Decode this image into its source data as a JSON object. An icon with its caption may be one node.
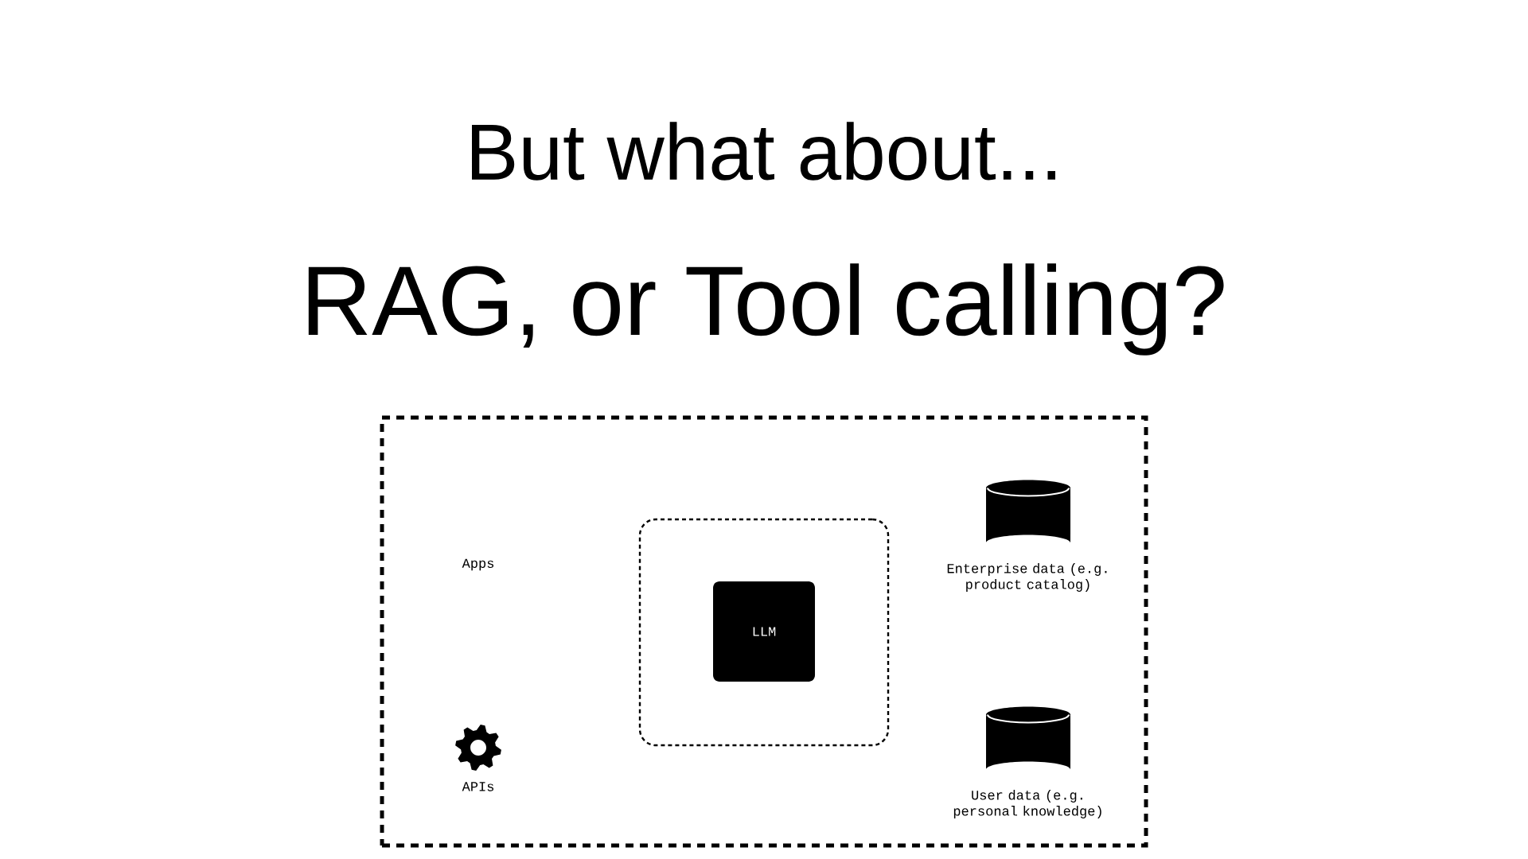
{
  "diagram": {
    "title": "But what about...",
    "labels": [
      "RAG, or Tool calling?"
    ],
    "nodes": [
      {
        "text": [],
        "shape": "box"
      },
      {
        "text": [
          "Apps"
        ],
        "in": 0
      },
      {
        "text": [
          "APIs"
        ],
        "in": 0
      },
      {
        "text": [],
        "shape": "box",
        "in": 0
      },
      {
        "text": [
          "LLM"
        ],
        "in": 3
      },
      {
        "text": [
          "Enterprise data (e.g. product catalog)"
        ],
        "in": 0
      },
      {
        "text": [
          "User data (e.g. personal knowledge)"
        ],
        "in": 0
      }
    ]
  }
}
